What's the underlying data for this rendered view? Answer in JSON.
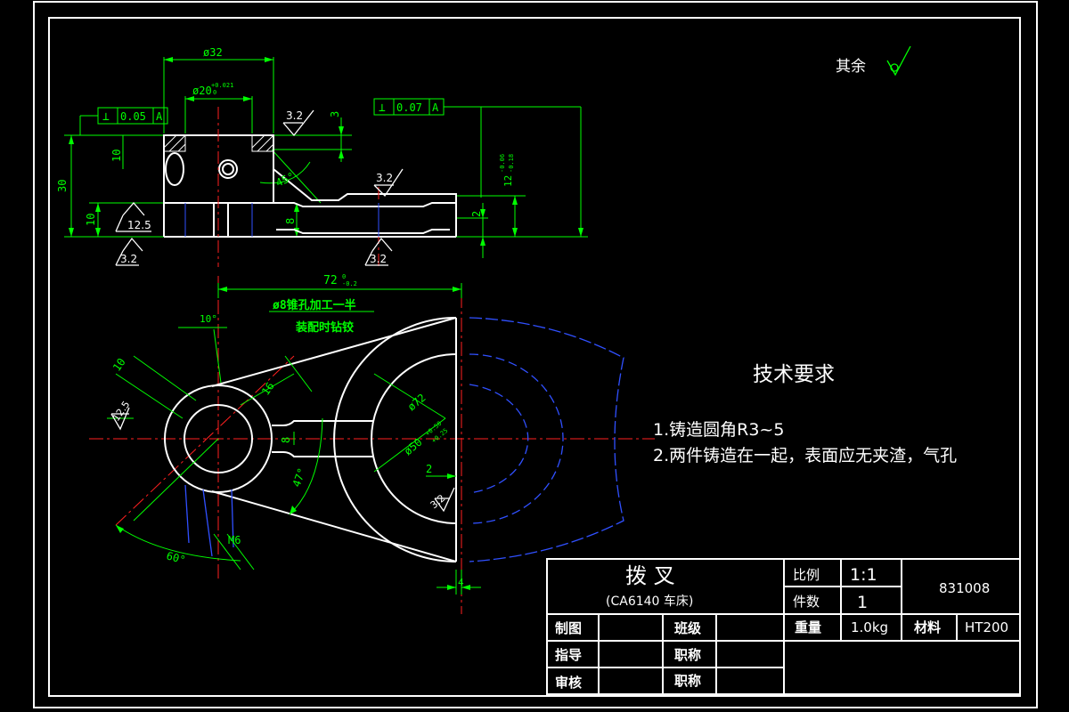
{
  "roughness_note": {
    "label": "其余"
  },
  "tolerance_frames": {
    "left": {
      "symbol": "⊥",
      "value": "0.05",
      "datum": "A"
    },
    "right": {
      "symbol": "⊥",
      "value": "0.07",
      "datum": "A"
    }
  },
  "dimensions": {
    "d32": "ø32",
    "d20": "ø20",
    "d20_tol_upper": "+0.021",
    "d20_tol_lower": "0",
    "v30": "30",
    "v10a": "10",
    "v10b": "10",
    "v3": "3",
    "v8": "8",
    "v2": "2",
    "v12": "12",
    "v12_tol_upper": "-0.06",
    "v12_tol_lower": "-0.18",
    "ang45": "45°",
    "h72": "72",
    "h72_tol_upper": "0",
    "h72_tol_lower": "-0.2",
    "r10": "10",
    "ang10": "10°",
    "r16": "16",
    "d72": "ø72",
    "v8b": "8",
    "d50": "ø50",
    "d50_tol_upper": "+0.50",
    "d50_tol_lower": "+0.25",
    "h2": "2",
    "ang47": "47°",
    "ang60": "60°",
    "m6": "M6",
    "h4": "4"
  },
  "roughness": {
    "r1": "3.2",
    "r2": "3.2",
    "r3": "12.5",
    "r4": "3.2",
    "r5": "3.2",
    "r6": "12.5",
    "r7": "3.2"
  },
  "notes": {
    "hole_line1": "ø8锥孔加工一半",
    "hole_line2": "装配时钻铰"
  },
  "tech_requirements": {
    "title": "技术要求",
    "items": [
      "1.铸造圆角R3~5",
      "2.两件铸造在一起，表面应无夹渣，气孔"
    ]
  },
  "title_block": {
    "part_name": "拨   叉",
    "subtitle": "(CA6140 车床)",
    "scale_label": "比例",
    "scale_value": "1:1",
    "qty_label": "件数",
    "qty_value": "1",
    "drawing_no": "831008",
    "weight_label": "重量",
    "weight_value": "1.0kg",
    "material_label": "材料",
    "material_value": "HT200",
    "drawn_label": "制图",
    "class_label": "班级",
    "guide_label": "指导",
    "title1_label": "职称",
    "check_label": "审核",
    "title2_label": "职称"
  },
  "colors": {
    "outline": "#ffffff",
    "dimension": "#00ff00",
    "center": "#ff2020",
    "hidden": "#3050ff"
  }
}
